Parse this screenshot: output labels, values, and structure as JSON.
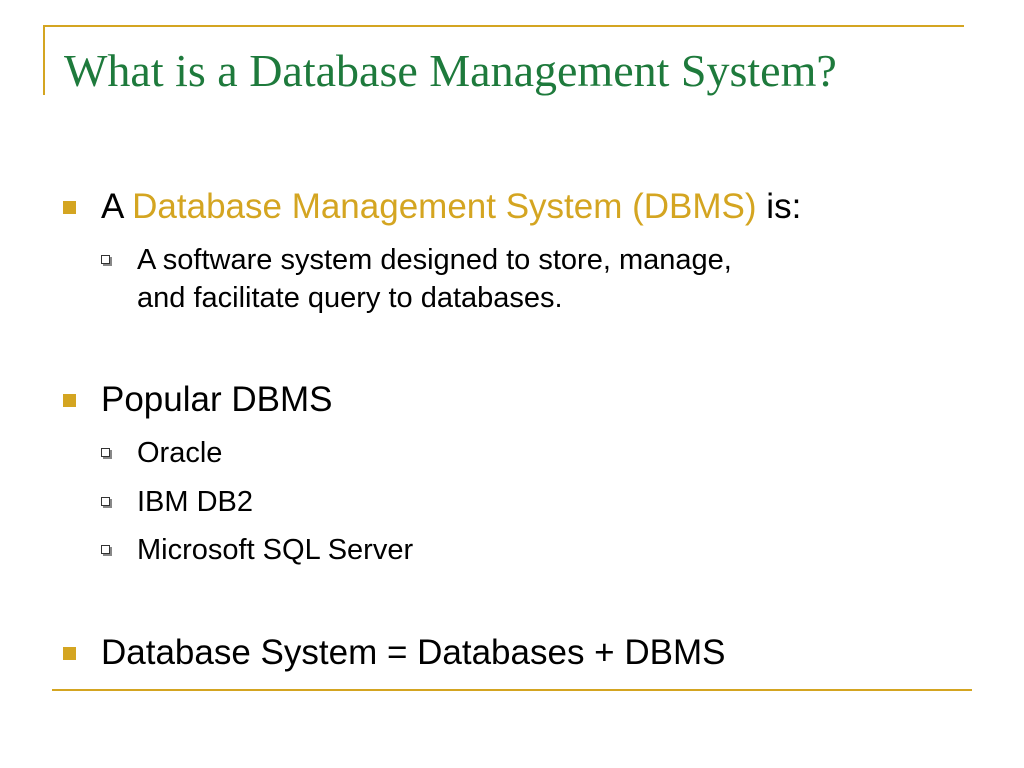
{
  "slide": {
    "title": "What is a Database Management System?",
    "bullets": [
      {
        "prefix": "A ",
        "highlight": "Database Management System (DBMS)",
        "suffix": " is:",
        "sub": [
          {
            "line1": "A software system designed to store, manage,",
            "line2": "and facilitate query to databases."
          }
        ]
      },
      {
        "text": "Popular DBMS",
        "sub": [
          "Oracle",
          "IBM DB2",
          "Microsoft SQL Server"
        ]
      },
      {
        "text": "Database System = Databases + DBMS"
      }
    ]
  },
  "colors": {
    "title": "#1e7a3c",
    "accent": "#d4a521",
    "text": "#000000",
    "background": "#ffffff"
  },
  "icons": {
    "level1_bullet": "square-bullet-icon",
    "level2_bullet": "hollow-square-bullet-icon"
  }
}
